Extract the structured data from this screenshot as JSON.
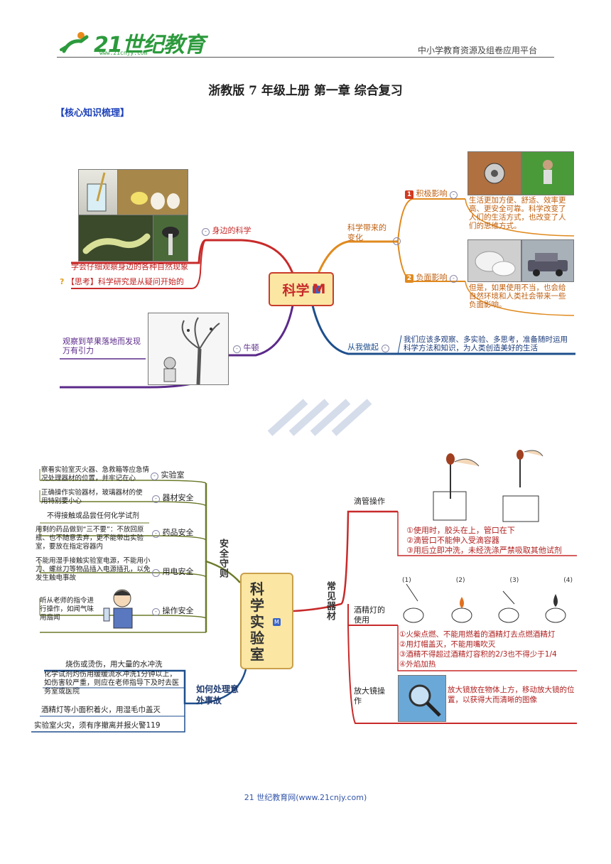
{
  "header": {
    "logo_text": "21世纪教育",
    "logo_url": "www.21cnjy.com",
    "platform": "中小学教育资源及组卷应用平台"
  },
  "title": "浙教版 7 年级上册  第一章  综合复习",
  "section_label": "【核心知识梳理】",
  "map1": {
    "center": "科学",
    "badge": "M",
    "left_top": {
      "label": "身边的科学",
      "caption1": "学会仔细观察身边的各种自然现象",
      "caption2": "【思考】科学研究是从疑问开始的"
    },
    "left_bottom": {
      "label": "牛顿",
      "caption": "观察到苹果落地而发现万有引力"
    },
    "right_top": {
      "label": "科学带来的变化",
      "positive": {
        "num": "1",
        "label": "积极影响",
        "text": "生活更加方便、舒适、效率更高、更安全可靠。科学改变了人们的生活方式，也改变了人们的思维方式。"
      },
      "negative": {
        "num": "2",
        "label": "负面影响",
        "text": "但是，如果使用不当，也会给自然环境和人类社会带来一些负面影响。"
      }
    },
    "right_bottom": {
      "label": "从我做起",
      "text": "我们应该多观察、多实验、多思考，准备随时运用科学方法和知识，为人类创造美好的生活"
    }
  },
  "map2": {
    "center": "科学实验室",
    "badge": "M",
    "safety": {
      "label": "安全守则",
      "items": [
        {
          "label": "实验室",
          "text": "察看实验室灭火器、急救箱等应急情况处理器材的位置，并牢记在心"
        },
        {
          "label": "器材安全",
          "text": "正确操作实验器材，玻璃器材的使用特别要小心"
        },
        {
          "label": "药品安全",
          "text1": "不得接触或品尝任何化学试剂",
          "text2": "用剩的药品做到“三不要”：不放回原瓶、也不随意丢弃，更不能带出实验室，要放在指定容器内"
        },
        {
          "label": "用电安全",
          "text": "不能用湿手接触实验室电源，不能用小刀、螺丝刀等物品插入电源插孔，以免发生触电事故"
        },
        {
          "label": "操作安全",
          "text": "听从老师的指令进行操作，如闻气味用扇闻"
        }
      ]
    },
    "accident": {
      "label": "如何处理意外事故",
      "items": [
        "烧伤或烫伤，用大量的水冲洗",
        "化学试剂灼伤用缓缓流水冲洗1分钟以上，如伤害较严重，则应在老师指导下及时去医务室或医院",
        "酒精灯等小面积着火，用湿毛巾盖灭",
        "实验室火灾，须有序撤离并报火警119"
      ]
    },
    "equipment": {
      "label": "常见器材",
      "dropper": {
        "label": "滴管操作",
        "lines": [
          "①使用时，胶头在上，管口在下",
          "②滴管口不能伸入受滴容器",
          "③用后立即冲洗，未经洗涤严禁吸取其他试剂"
        ]
      },
      "lamp": {
        "label": "酒精灯的使用",
        "step_labels": [
          "(1)",
          "(2)",
          "(3)",
          "(4)"
        ],
        "lines": [
          "①火柴点燃、不能用燃着的酒精灯去点燃酒精灯",
          "②用灯帽盖灭，不能用嘴吹灭",
          "③酒精不得超过酒精灯容积的2/3也不得少于1/4",
          "④外焰加热"
        ]
      },
      "magnifier": {
        "label": "放大镜操作",
        "text": "放大镜放在物体上方，移动放大镜的位置，以获得大而清晰的图像"
      }
    }
  },
  "footer": "21 世纪教育网(www.21cnjy.com)",
  "colors": {
    "red": "#c82a2a",
    "orange": "#e08a1e",
    "purple": "#5b2a8a",
    "blue": "#1e4f8c",
    "gold": "#c9a04a",
    "olive": "#6b7a2a"
  }
}
